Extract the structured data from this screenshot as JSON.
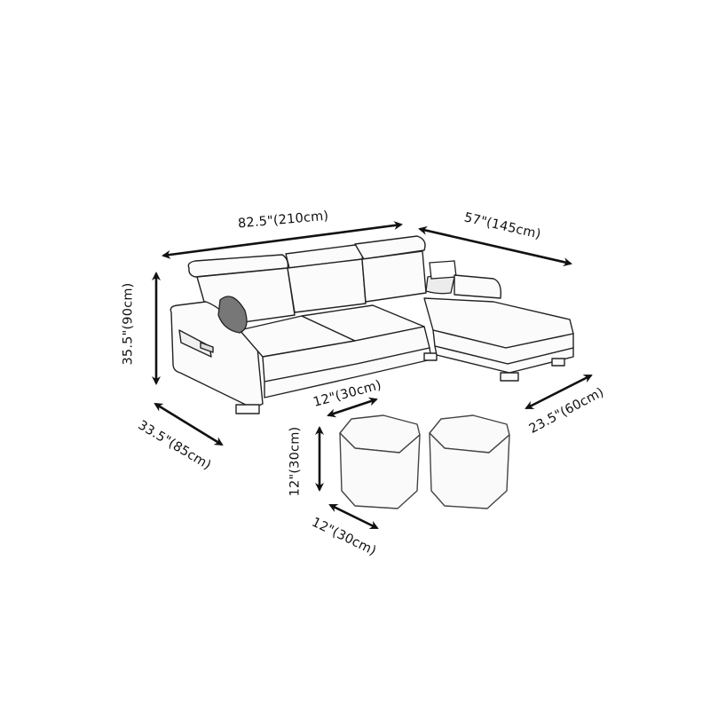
{
  "figure": {
    "type": "product-dimension-diagram",
    "subject": "L-shaped sectional sofa with chaise and two ottomans",
    "colors": {
      "background": "#ffffff",
      "line": "#222222",
      "arrow": "#111111",
      "fill": "#fbfbfb"
    }
  },
  "dimensions": {
    "sofa_width": {
      "label": "82.5\"(210cm)"
    },
    "chaise_length": {
      "label": "57\"(145cm)"
    },
    "sofa_height": {
      "label": "35.5\"(90cm)"
    },
    "sofa_depth": {
      "label": "33.5\"(85cm)"
    },
    "chaise_width": {
      "label": "23.5\"(60cm)"
    },
    "ottoman_width": {
      "label": "12\"(30cm)"
    },
    "ottoman_height": {
      "label": "12\"(30cm)"
    },
    "ottoman_depth": {
      "label": "12\"(30cm)"
    }
  },
  "components": {
    "sofa": {
      "seats": 3,
      "headrests": 3,
      "pillows": 4,
      "side_pocket": true
    },
    "chaise": {
      "legs": 2
    },
    "ottomans": {
      "count": 2,
      "shape": "octagonal"
    }
  }
}
